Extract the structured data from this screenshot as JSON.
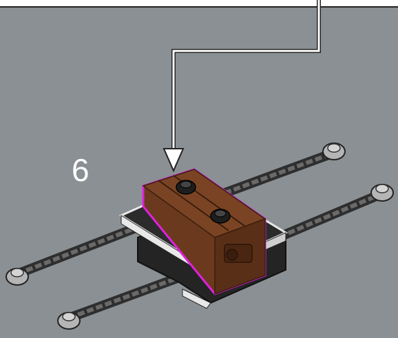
{
  "step": {
    "number": "6"
  },
  "colors": {
    "background": "#8a9093",
    "highlight": "#e020e0",
    "brick": "#6b3a1e",
    "chain": "#3a3a3a",
    "plate_dark": "#2b2b2b",
    "plate_light": "#e8e8e8"
  },
  "scene": {
    "highlighted_part": "brown-crate-brick",
    "callout": "arrow-pointer"
  }
}
